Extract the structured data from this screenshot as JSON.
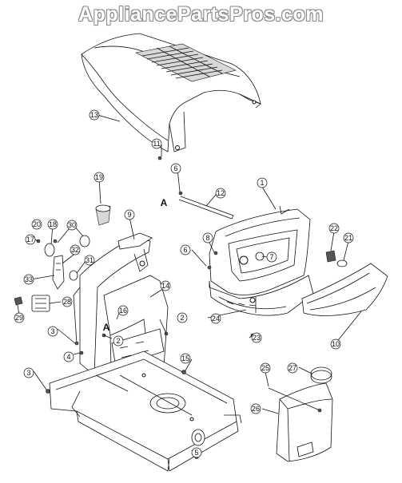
{
  "watermark": "AppliancePartsPros.com",
  "reference_letters": [
    "A",
    "A"
  ],
  "callouts": [
    "1",
    "2",
    "2",
    "3",
    "3",
    "4",
    "5",
    "6",
    "6",
    "7",
    "8",
    "9",
    "10",
    "11",
    "12",
    "13",
    "14",
    "15",
    "16",
    "17",
    "18",
    "19",
    "20",
    "21",
    "22",
    "23",
    "24",
    "25",
    "26",
    "27",
    "28",
    "29",
    "30",
    "31",
    "32",
    "33"
  ]
}
